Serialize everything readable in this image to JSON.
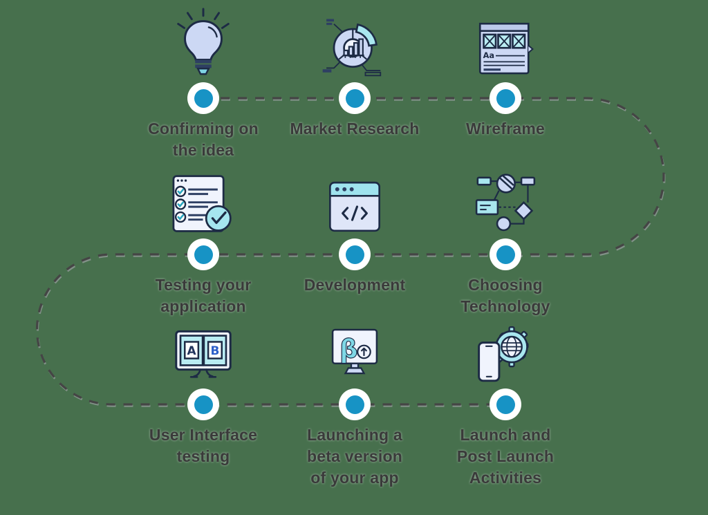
{
  "diagram": {
    "title": "App development process timeline",
    "background_color": "#47704d",
    "line_color": "#454545",
    "dot_color": "#1793c5",
    "dot_ring_color": "#ffffff",
    "text_color": "#3a3a3a",
    "icon_colors": {
      "outline": "#1d2b45",
      "lavender": "#ccd8f4",
      "pale": "#f0f4fd",
      "teal_light": "#a9e7ef",
      "teal_mid": "#7fd4e4"
    },
    "steps": [
      {
        "label": "Confirming on\nthe idea",
        "icon": "lightbulb-icon"
      },
      {
        "label": "Market Research",
        "icon": "pie-chart-icon"
      },
      {
        "label": "Wireframe",
        "icon": "wireframe-icon"
      },
      {
        "label": "Testing your\napplication",
        "icon": "checklist-icon"
      },
      {
        "label": "Development",
        "icon": "code-window-icon"
      },
      {
        "label": "Choosing\nTechnology",
        "icon": "flowchart-icon"
      },
      {
        "label": "User Interface\ntesting",
        "icon": "ab-test-monitor-icon"
      },
      {
        "label": "Launching a\nbeta version\nof your app",
        "icon": "beta-monitor-icon"
      },
      {
        "label": "Launch and\nPost Launch\nActivities",
        "icon": "phone-globe-gear-icon"
      }
    ]
  }
}
